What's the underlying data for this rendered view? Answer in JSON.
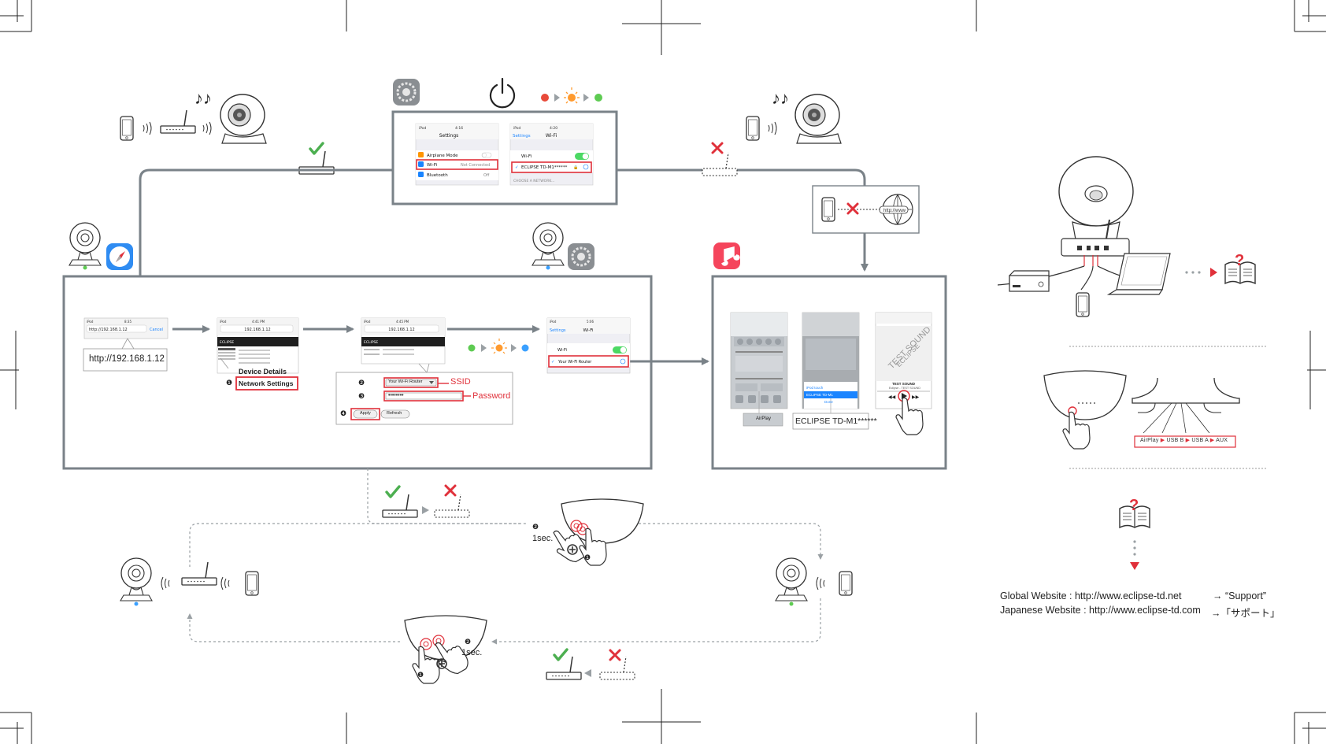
{
  "colors": {
    "accent_red": "#e0303a",
    "frame_gray": "#7a8288",
    "ios_green": "#4cd964",
    "ios_blue": "#1a84ff",
    "led_green": "#5ecb52",
    "led_orange": "#ff9a2e",
    "led_blue": "#3aa0ff",
    "led_red": "#e84a3a"
  },
  "icons": [
    "settings-gear-icon",
    "power-icon",
    "safari-compass-icon",
    "music-note-icon",
    "smartphone-icon",
    "wifi-router-icon",
    "speaker-icon",
    "globe-icon",
    "manual-book-icon",
    "laptop-icon",
    "check-icon",
    "cross-icon",
    "hand-press-icon"
  ],
  "settings_screen": {
    "status_left": "iPod",
    "status_time": "4:16",
    "title": "Settings",
    "rows": [
      {
        "label": "Airplane Mode",
        "value": ""
      },
      {
        "label": "Wi-Fi",
        "value": "Not Connected"
      },
      {
        "label": "Bluetooth",
        "value": "Off"
      }
    ]
  },
  "wifi_screen": {
    "status_left": "iPod",
    "status_time": "4:20",
    "back": "Settings",
    "title": "Wi-Fi",
    "wifi_label": "Wi-Fi",
    "network": "ECLIPSE TD-M1******",
    "section": "CHOOSE A NETWORK..."
  },
  "browser": {
    "status_left": "iPod",
    "status_time": "8:35",
    "url": "http://192.168.1.12",
    "cancel": "Cancel",
    "url_callout": "http://192.168.1.12"
  },
  "config_page": {
    "status_left": "iPod",
    "status_time": "4:41 PM",
    "url": "192.168.1.12",
    "brand": "ECLIPSE",
    "device_details": "Device Details",
    "network_settings": "Network Settings",
    "step_1": "❶"
  },
  "network_form": {
    "status_left": "iPod",
    "status_time": "4:45 PM",
    "url": "192.168.1.12",
    "brand": "ECLIPSE",
    "ssid_value": "Your Wi-Fi Router",
    "password_value": "••••••••",
    "ssid_label": "SSID",
    "password_label": "Password",
    "apply": "Apply",
    "refresh": "Refresh",
    "step_2": "❷",
    "step_3": "❸",
    "step_4": "❹"
  },
  "wifi_result": {
    "status_left": "iPod",
    "status_time": "5:06",
    "back": "Settings",
    "title": "Wi-Fi",
    "wifi_label": "Wi-Fi",
    "network": "Your Wi-Fi Router"
  },
  "airplay": {
    "airplay_label": "AirPlay",
    "device_name": "ECLIPSE TD-M1******",
    "device_name_menu": "ECLIPSE TD-M1",
    "iphone_label": "iPod touch",
    "done": "Done",
    "test_sound_big": "TEST SOUND",
    "test_sound_brand": "ECLIPSE",
    "test_sound_title": "TEST SOUND",
    "test_sound_sub": "Eclipse - TEST SOUND"
  },
  "reset_flow": {
    "one_sec_top": "1sec.",
    "one_sec_bottom": "1sec.",
    "step_1": "❶",
    "step_2": "❷"
  },
  "input_select": [
    "AirPlay",
    "USB B",
    "USB A",
    "AUX"
  ],
  "websites": {
    "global_label": "Global Website : http://www.eclipse-td.net",
    "global_link": "→ “Support”",
    "japanese_label": "Japanese Website : http://www.eclipse-td.com",
    "japanese_link": "→「サポート」"
  }
}
